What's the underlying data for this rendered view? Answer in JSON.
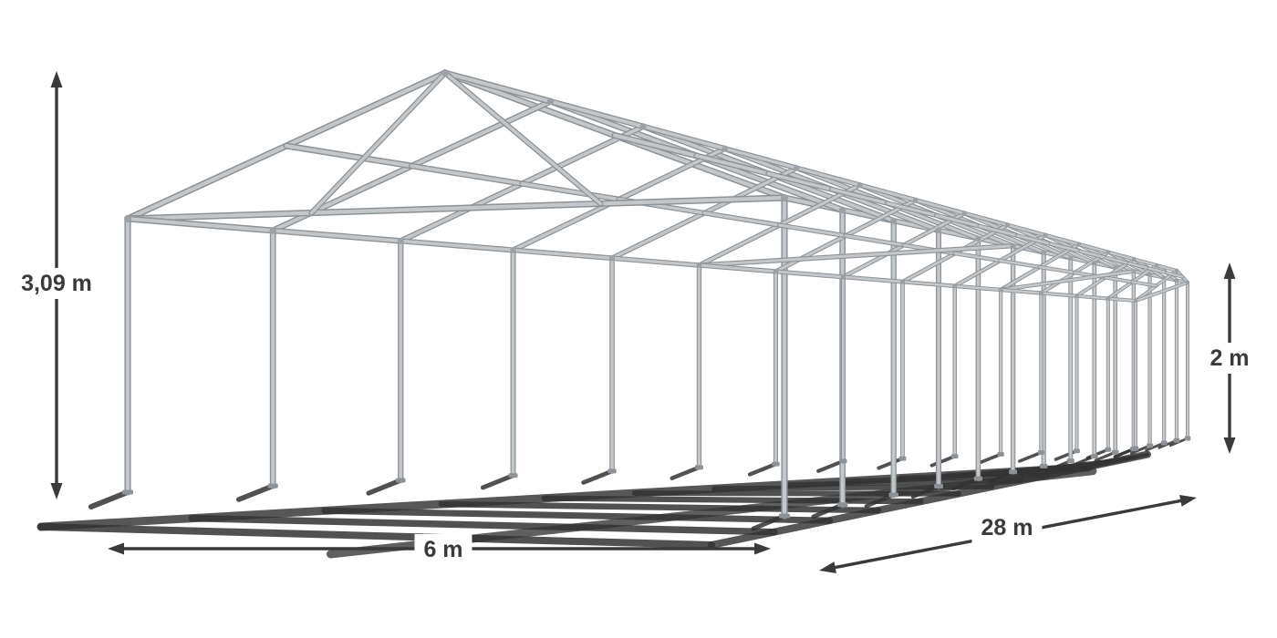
{
  "diagram": {
    "dimensions": {
      "total_height": {
        "label": "3,09 m",
        "meters": 3.09
      },
      "side_height": {
        "label": "2 m",
        "meters": 2
      },
      "width": {
        "label": "6 m",
        "meters": 6
      },
      "length": {
        "label": "28 m",
        "meters": 28
      }
    },
    "colors": {
      "background": "#ffffff",
      "frame_light": "#c3c7ca",
      "frame_dark": "#8d9296",
      "joint": "#9aa0a5",
      "shadow": "#333333",
      "arrow": "#3a3a3a",
      "label_text": "#3a3a3a"
    }
  }
}
